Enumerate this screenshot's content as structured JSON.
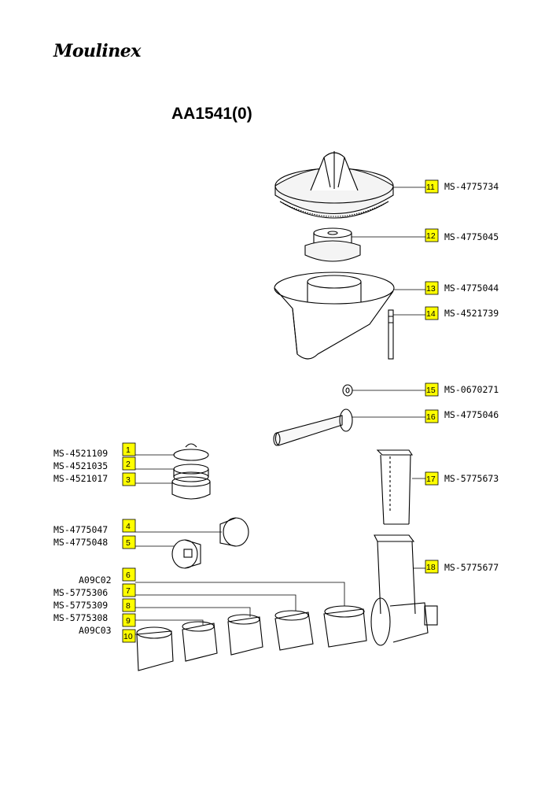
{
  "brand": "Moulinex",
  "model": "AA1541(0)",
  "callout_color": "#ffff00",
  "parts": [
    {
      "num": "1",
      "ref": "MS-4521109"
    },
    {
      "num": "2",
      "ref": "MS-4521035"
    },
    {
      "num": "3",
      "ref": "MS-4521017"
    },
    {
      "num": "4",
      "ref": "MS-4775047"
    },
    {
      "num": "5",
      "ref": "MS-4775048"
    },
    {
      "num": "6",
      "ref": "A09C02"
    },
    {
      "num": "7",
      "ref": "MS-5775306"
    },
    {
      "num": "8",
      "ref": "MS-5775309"
    },
    {
      "num": "9",
      "ref": "MS-5775308"
    },
    {
      "num": "10",
      "ref": "A09C03"
    },
    {
      "num": "11",
      "ref": "MS-4775734"
    },
    {
      "num": "12",
      "ref": "MS-4775045"
    },
    {
      "num": "13",
      "ref": "MS-4775044"
    },
    {
      "num": "14",
      "ref": "MS-4521739"
    },
    {
      "num": "15",
      "ref": "MS-0670271"
    },
    {
      "num": "16",
      "ref": "MS-4775046"
    },
    {
      "num": "17",
      "ref": "MS-5775673"
    },
    {
      "num": "18",
      "ref": "MS-5775677"
    }
  ]
}
